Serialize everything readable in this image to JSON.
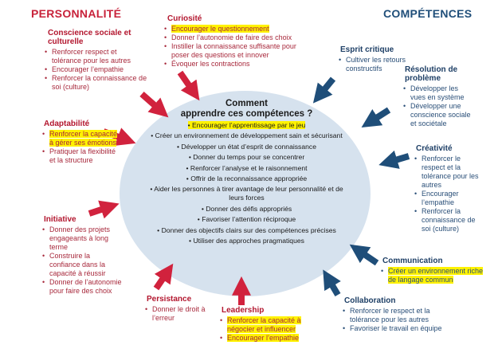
{
  "headers": {
    "left": "PERSONNALITÉ",
    "right": "COMPÉTENCES"
  },
  "center": {
    "title_line1": "Comment",
    "title_line2": "apprendre ces compétences ?",
    "items": [
      "Encourager l’apprentissage par le jeu",
      "Créer un environnement de développement sain et sécurisant",
      "Développer un état d’esprit de connaissance",
      "Donner du temps pour se concentrer",
      "Renforcer l’analyse et le raisonnement",
      "Offrir de la reconnaissance appropriée",
      "Aider les personnes à tirer avantage de leur personnalité et de leurs forces",
      "Donner des défis appropriés",
      "Favoriser l’attention réciproque",
      "Donner des objectifs clairs sur des compétences précises",
      "Utiliser des approches pragmatiques"
    ]
  },
  "personality": {
    "conscience": {
      "title": "Conscience sociale et culturelle",
      "items": [
        "Renforcer respect et tolérance pour les autres",
        "Encourager l’empathie",
        "Renforcer la connaissance de soi (culture)"
      ]
    },
    "curiosite": {
      "title": "Curiosité",
      "items": [
        "Encourager le questionnement",
        "Donner l’autonomie de faire des choix",
        "Instiller la connaissance suffisante pour poser des questions et innover",
        "Évoquer les contractions"
      ]
    },
    "adaptabilite": {
      "title": "Adaptabilité",
      "items": [
        "Renforcer la capacité à gérer ses émotions",
        "Pratiquer la flexibilité et la structure"
      ]
    },
    "initiative": {
      "title": "Initiative",
      "items": [
        "Donner des projets engageants à long terme",
        "Construire la confiance dans la capacité à réussir",
        "Donner de l’autonomie pour faire des choix"
      ]
    },
    "persistance": {
      "title": "Persistance",
      "items": [
        "Donner le droit à l’erreur"
      ]
    },
    "leadership": {
      "title": "Leadership",
      "items": [
        "Renforcer la capacité à négocier et influencer",
        "Encourager l’empathie"
      ]
    }
  },
  "skills": {
    "esprit": {
      "title": "Esprit critique",
      "items": [
        "Cultiver les retours constructifs"
      ]
    },
    "resolution": {
      "title": "Résolution de problème",
      "items": [
        "Développer les vues en système",
        "Développer une conscience sociale et sociétale"
      ]
    },
    "creativite": {
      "title": "Créativité",
      "items": [
        "Renforcer le respect et la tolérance pour les autres",
        "Encourager l’empathie",
        "Renforcer la connaissance de soi (culture)"
      ]
    },
    "communication": {
      "title": "Communication",
      "items": [
        "Créer un environnement riche de langage commun"
      ]
    },
    "collaboration": {
      "title": "Collaboration",
      "items": [
        "Renforcer le respect et la tolérance pour les autres",
        "Favoriser le travail en équipe"
      ]
    }
  },
  "colors": {
    "personality": "#c8223a",
    "skills": "#1f4e79",
    "highlight": "#fff200",
    "ellipse": "#d6e2ee"
  }
}
